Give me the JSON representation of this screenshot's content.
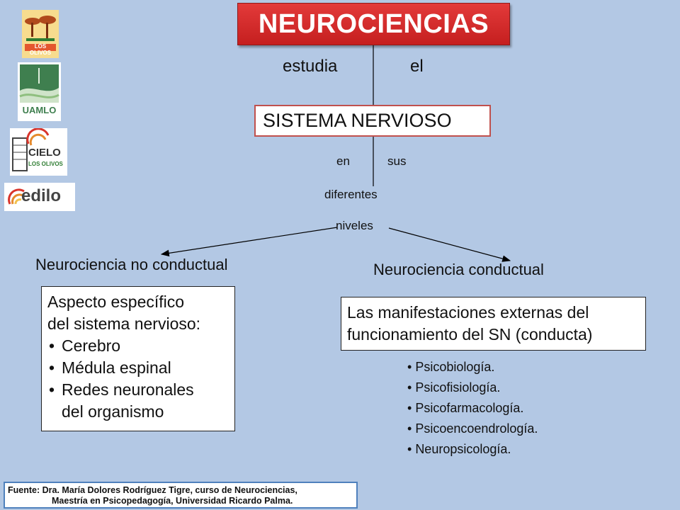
{
  "title": "NEUROCIENCIAS",
  "connector_labels": {
    "estudia": "estudia",
    "el": "el",
    "en": "en",
    "sus": "sus",
    "diferentes": "diferentes",
    "niveles": "niveles"
  },
  "sistema_nervioso": "SISTEMA NERVIOSO",
  "left_branch": {
    "label": "Neurociencia no conductual",
    "box_heading_1": "Aspecto específico",
    "box_heading_2": "del sistema nervioso:",
    "items": [
      "Cerebro",
      "Médula espinal",
      "Redes neuronales",
      "del organismo"
    ]
  },
  "right_branch": {
    "label": "Neurociencia conductual",
    "box_line_1": "Las manifestaciones externas del",
    "box_line_2": "funcionamiento del SN (conducta)",
    "items": [
      "Psicobiología.",
      "Psicofisiología.",
      "Psicofarmacología.",
      "Psicoencoendrología.",
      "Neuropsicología."
    ]
  },
  "footer": {
    "line1": "Fuente: Dra. María Dolores Rodríguez Tigre, curso de Neurociencias,",
    "line2": "Maestría en Psicopedagogía, Universidad Ricardo Palma."
  },
  "logos": {
    "los_olivos": "LOS OLIVOS",
    "uamlo": "UAMLO",
    "cielo": "CIELO",
    "cielo_sub": "LOS OLIVOS",
    "edilo": "edilo"
  },
  "colors": {
    "background": "#b3c8e4",
    "title_red": "#d92b2b",
    "sn_border": "#c0504d",
    "footer_border": "#4f81bd"
  }
}
